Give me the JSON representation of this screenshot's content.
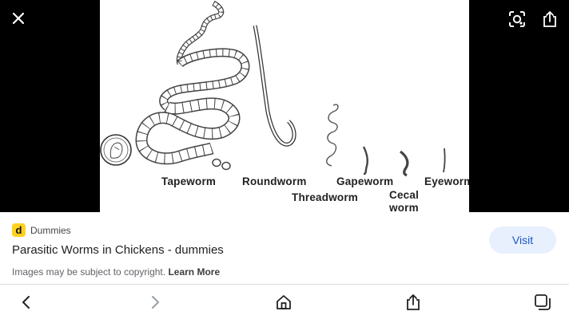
{
  "viewer": {
    "icons": {
      "close": "close-icon",
      "lens": "lens-icon",
      "share": "share-icon"
    },
    "image_labels": {
      "tapeworm": "Tapeworm",
      "roundworm": "Roundworm",
      "threadworm": "Threadworm",
      "gapeworm": "Gapeworm",
      "cecal_worm_line1": "Cecal",
      "cecal_worm_line2": "worm",
      "eyeworm": "Eyeworm"
    }
  },
  "result": {
    "source_logo_letter": "d",
    "source_name": "Dummies",
    "title": "Parasitic Worms in Chickens - dummies",
    "copyright_notice": "Images may be subject to copyright.",
    "learn_more": "Learn More",
    "visit_label": "Visit"
  },
  "toolbar": {
    "icons": [
      "back-icon",
      "forward-icon",
      "home-icon",
      "share-icon",
      "tabs-icon"
    ]
  },
  "colors": {
    "accent": "#1a56c9",
    "visit_bg": "#e8f0fe",
    "logo_yellow": "#ffd21f"
  }
}
